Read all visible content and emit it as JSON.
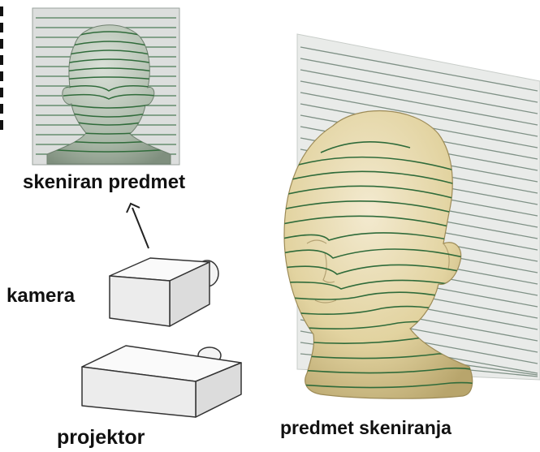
{
  "labels": {
    "scanned_object": "skeniran predmet",
    "camera": "kamera",
    "projector": "projektor",
    "scan_object": "predmet skeniranja"
  },
  "colors": {
    "stripe": "#2f6b3a",
    "head_fill": "#e6d9a8",
    "head_shadow": "#b9a66e",
    "panel": "#e9ebe9",
    "panel_line": "#8a9a90",
    "thumb_bg": "#dcdedd",
    "thumb_head": "#a9b7a8",
    "device_fill": "#f2f2f2",
    "device_stroke": "#333333"
  }
}
